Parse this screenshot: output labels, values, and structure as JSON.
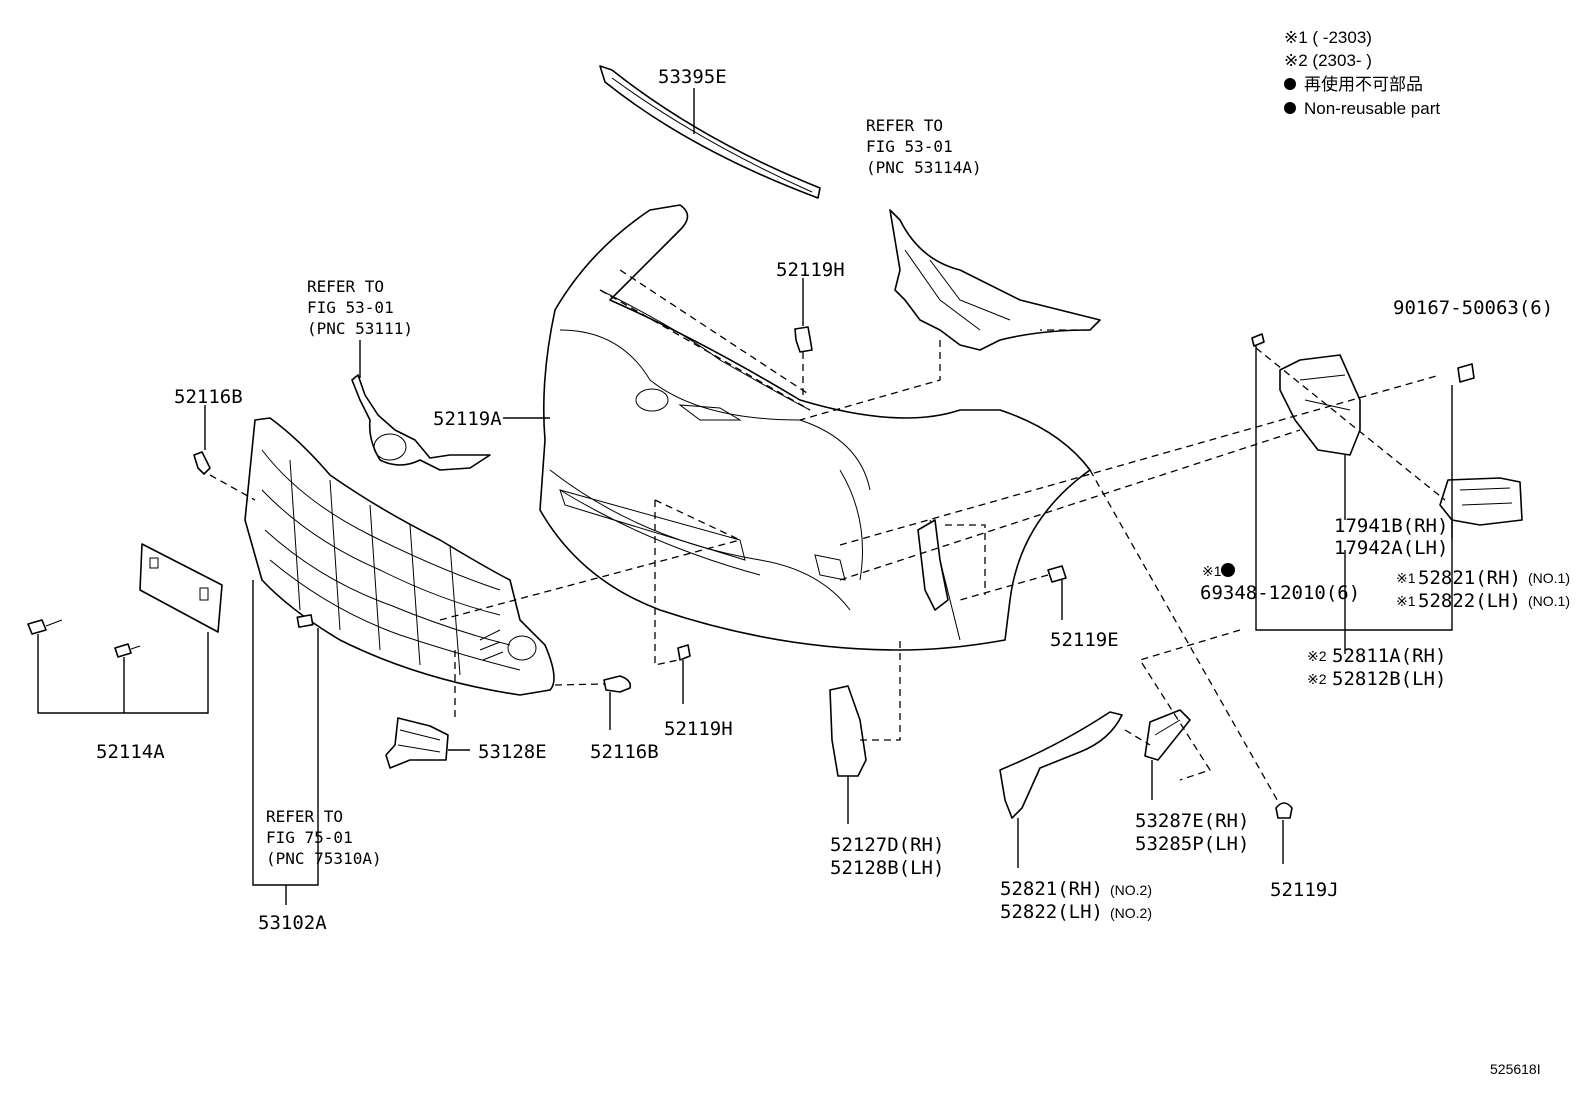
{
  "legend": {
    "note1": "※1 (        -2303)",
    "note2": "※2 (2303-        )",
    "nonreusable_jp": "再使用不可部品",
    "nonreusable_en": "Non-reusable part"
  },
  "refs": {
    "ref_53114A": [
      "REFER TO",
      "FIG 53-01",
      "(PNC 53114A)"
    ],
    "ref_53111": [
      "REFER TO",
      "FIG 53-01",
      "(PNC 53111)"
    ],
    "ref_75310A": [
      "REFER TO",
      "FIG 75-01",
      "(PNC 75310A)"
    ]
  },
  "parts": {
    "p53395E": "53395E",
    "p52119H_top": "52119H",
    "p52116B_top": "52116B",
    "p52119A": "52119A",
    "p90167": "90167-50063(6)",
    "p17941B": "17941B(RH)",
    "p17942A": "17942A(LH)",
    "p69348_mark": "※1",
    "p69348": "69348-12010(6)",
    "p52821_no1_mark": "※1",
    "p52821_no1": "52821(RH)",
    "p52821_no1_sfx": "(NO.1)",
    "p52822_no1_mark": "※1",
    "p52822_no1": "52822(LH)",
    "p52822_no1_sfx": "(NO.1)",
    "p52811A_mark": "※2",
    "p52811A": "52811A(RH)",
    "p52812B_mark": "※2",
    "p52812B": "52812B(LH)",
    "p52119E": "52119E",
    "p52114A": "52114A",
    "p53128E": "53128E",
    "p52116B_bot": "52116B",
    "p52119H_bot": "52119H",
    "p52127D": "52127D(RH)",
    "p52128B": "52128B(LH)",
    "p53287E": "53287E(RH)",
    "p53285P": "53285P(LH)",
    "p52821_no2": "52821(RH)",
    "p52821_no2_sfx": "(NO.2)",
    "p52822_no2": "52822(LH)",
    "p52822_no2_sfx": "(NO.2)",
    "p52119J": "52119J",
    "p53102A": "53102A"
  },
  "figure_id": "525618I"
}
